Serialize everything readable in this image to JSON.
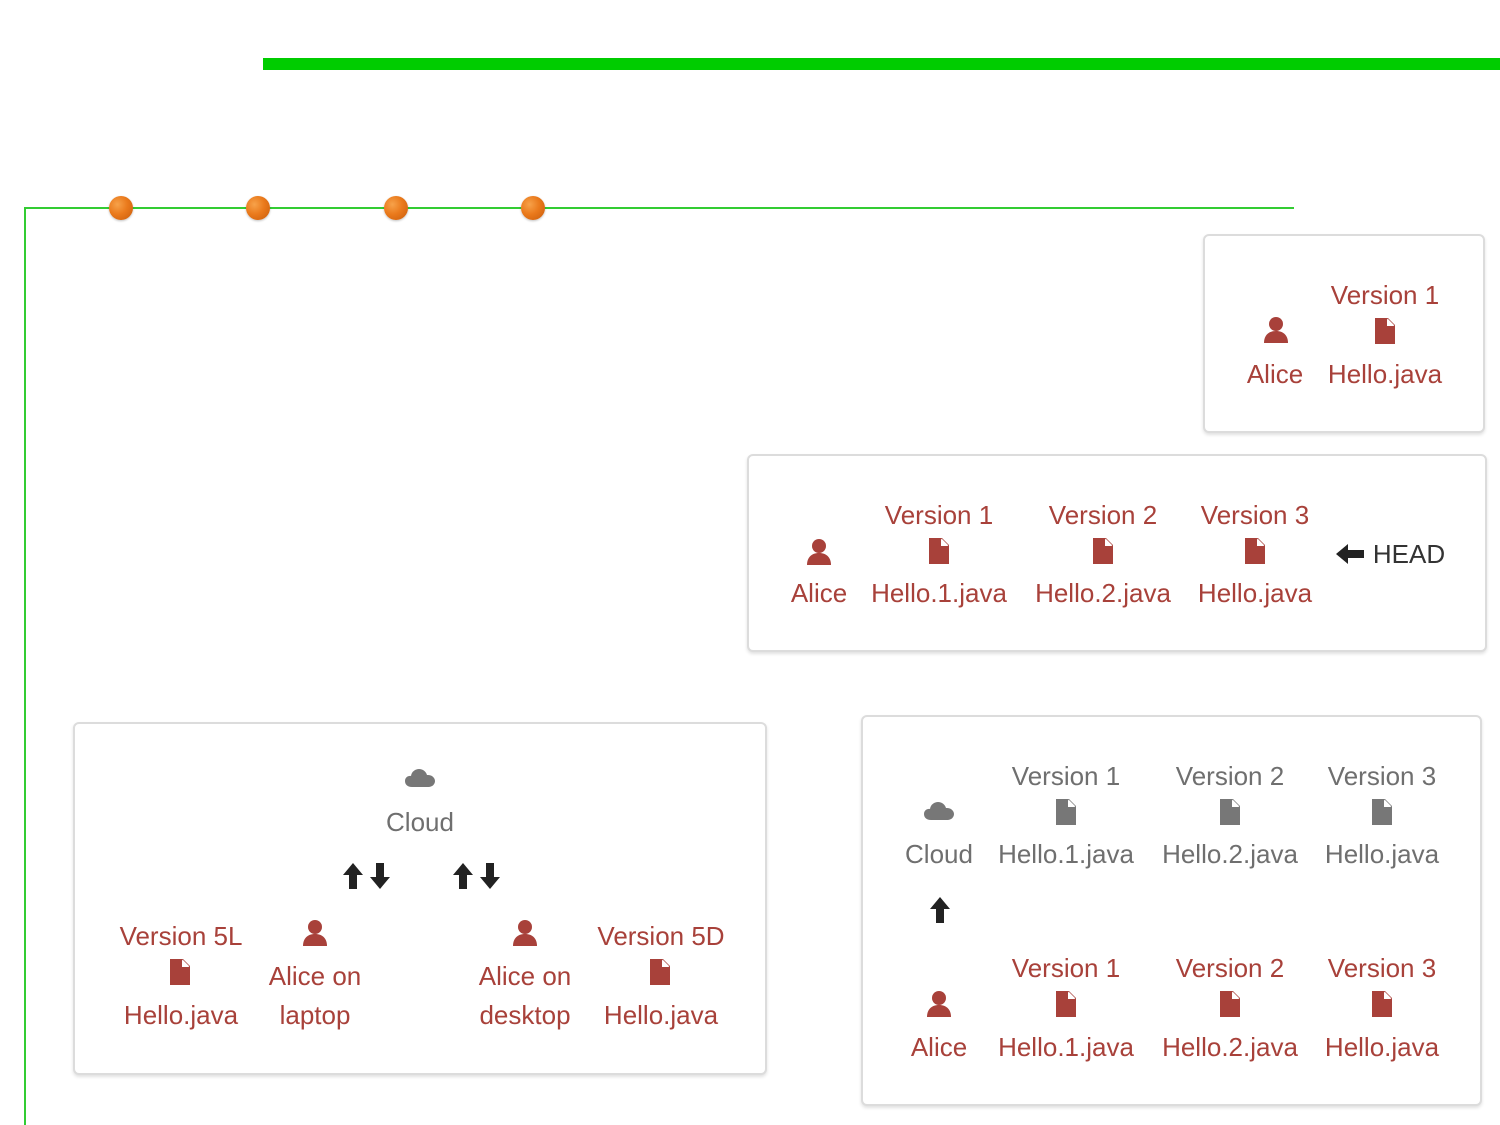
{
  "panel_a": {
    "user": "Alice",
    "file": {
      "version": "Version 1",
      "name": "Hello.java"
    }
  },
  "panel_b": {
    "user": "Alice",
    "files": [
      {
        "version": "Version 1",
        "name": "Hello.1.java"
      },
      {
        "version": "Version 2",
        "name": "Hello.2.java"
      },
      {
        "version": "Version 3",
        "name": "Hello.java"
      }
    ],
    "head_label": "HEAD"
  },
  "panel_c": {
    "cloud": "Cloud",
    "laptop": {
      "version": "Version 5L",
      "file": "Hello.java",
      "user_line1": "Alice on",
      "user_line2": "laptop"
    },
    "desktop": {
      "version": "Version 5D",
      "file": "Hello.java",
      "user_line1": "Alice on",
      "user_line2": "desktop"
    }
  },
  "panel_d": {
    "cloud": "Cloud",
    "user": "Alice",
    "cloud_files": [
      {
        "version": "Version 1",
        "name": "Hello.1.java"
      },
      {
        "version": "Version 2",
        "name": "Hello.2.java"
      },
      {
        "version": "Version 3",
        "name": "Hello.java"
      }
    ],
    "local_files": [
      {
        "version": "Version 1",
        "name": "Hello.1.java"
      },
      {
        "version": "Version 2",
        "name": "Hello.2.java"
      },
      {
        "version": "Version 3",
        "name": "Hello.java"
      }
    ]
  },
  "colors": {
    "accent_green": "#00cc00",
    "timeline_green": "#33cc33",
    "node_orange": "#ea7a1c",
    "local_red": "#a8413a",
    "cloud_gray": "#6f6f6f"
  }
}
